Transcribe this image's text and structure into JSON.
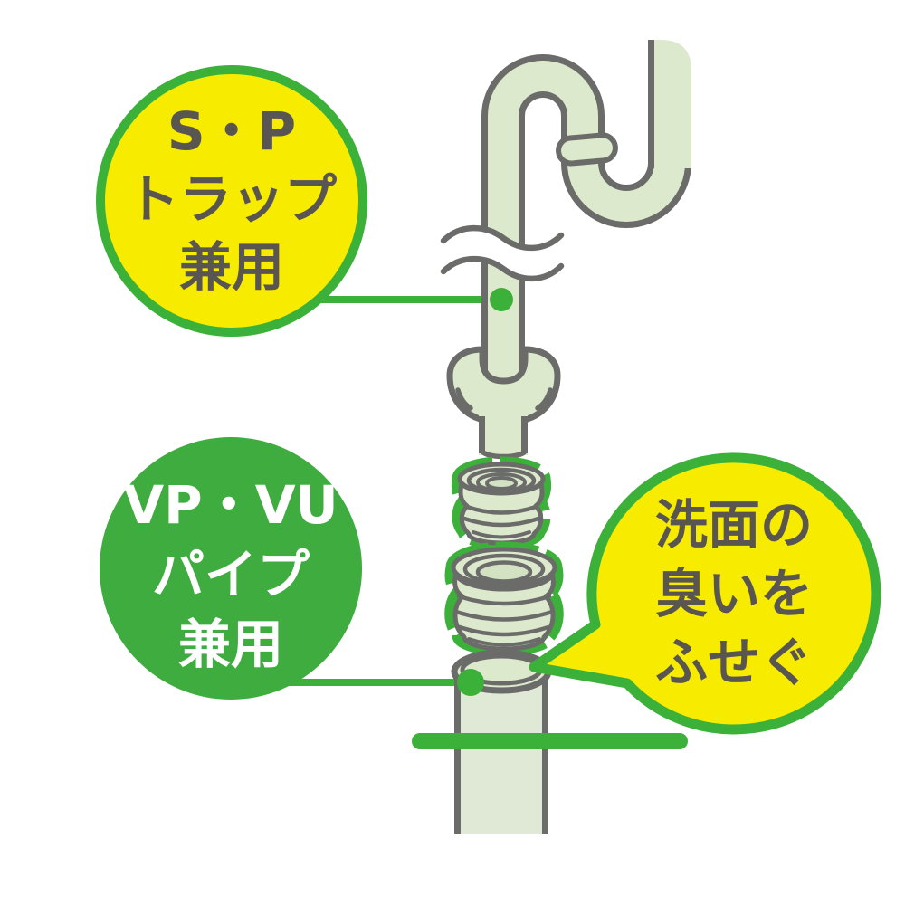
{
  "title": "drain pipe adapter illustration",
  "labels": {
    "sp_trap": {
      "lines": [
        "S・P",
        "トラップ",
        "兼用"
      ]
    },
    "vp_vu": {
      "lines": [
        "VP・VU",
        "パイプ",
        "兼用"
      ]
    },
    "bubble": {
      "lines": [
        "洗面の",
        "臭いを",
        "ふせぐ"
      ]
    }
  },
  "icons": {
    "diagram": "s-trap-drain-pipe-with-gasket-adapter",
    "callouts": [
      "sp-callout-dot",
      "vp-callout-dot",
      "speech-bubble-tail"
    ]
  },
  "colors": {
    "background": "#ffffff",
    "badge_yellow": "#f7ec00",
    "accent_green": "#3cb13a",
    "vp_circle_green": "#3fac3f",
    "pipe_fill": "#dde9cd",
    "floor_pipe_fill": "#e0e9d5",
    "pipe_hole_fill": "#d2e2c2",
    "pipe_outline_gray": "#6b6b6a",
    "text_dark_gray": "#595551",
    "badge_text_white": "#ffffff"
  }
}
